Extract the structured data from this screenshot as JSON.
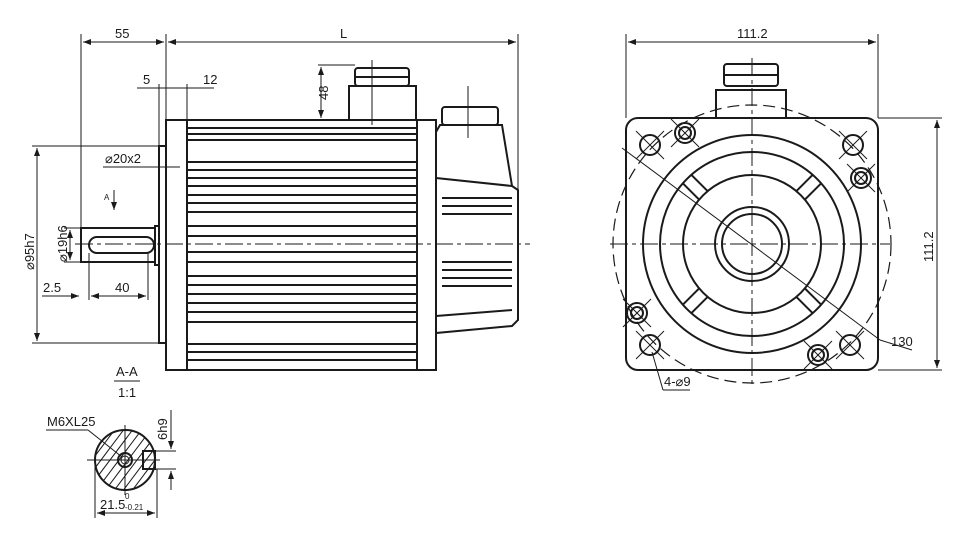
{
  "side_view": {
    "dim_flange_to_shaft": "55",
    "dim_length": "L",
    "dim_flange_thickness_a": "5",
    "dim_flange_thickness_b": "12",
    "dim_connector_height": "48",
    "dim_chamfer": "⌀20x2",
    "section_marker": "A",
    "dim_pilot_diameter": "⌀95h7",
    "dim_shaft_diameter": "⌀19h6",
    "dim_key_offset": "2.5",
    "dim_key_length": "40"
  },
  "section_view": {
    "title": "A-A",
    "scale": "1:1",
    "thread_label": "M6XL25",
    "key_width": "6h9",
    "dim_depth": "21.5",
    "tol_upper": "0",
    "tol_lower": "-0.21"
  },
  "front_view": {
    "dim_width": "111.2",
    "dim_height": "111.2",
    "dim_bolt_circle": "130",
    "dim_holes": "4-⌀9"
  },
  "colors": {
    "line": "#1a1a1a",
    "background": "#ffffff"
  }
}
